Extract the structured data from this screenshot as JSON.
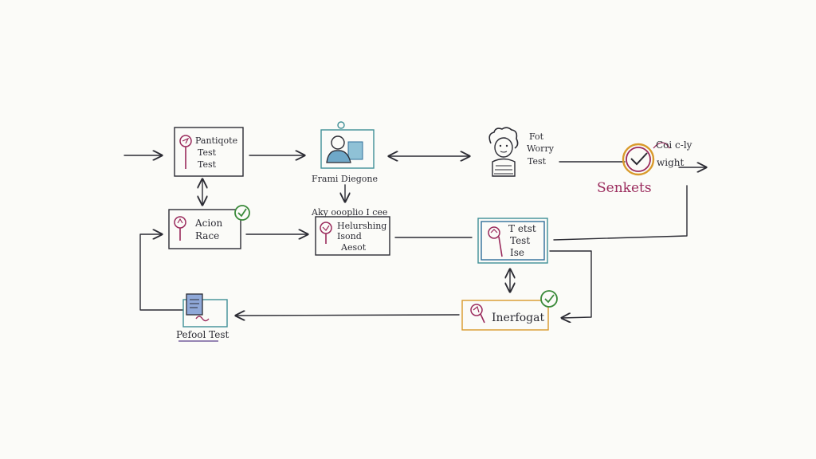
{
  "colors": {
    "ink": "#2b2b33",
    "magenta": "#9a2a5c",
    "teal": "#3f8f96",
    "blue": "#2f6f9a",
    "gold": "#d99a2b",
    "green": "#3a8a3a",
    "purple": "#5a3f8a",
    "paper": "#fbfbf8"
  },
  "nodes": {
    "n1": {
      "lines": [
        "Pantiqote",
        "Test",
        "Test"
      ]
    },
    "n2": {
      "caption": "Frami Diegone"
    },
    "n3": {
      "lines": [
        "Fot",
        "Worry",
        "Test"
      ]
    },
    "n4": {
      "lines": [
        "Coi c-ly",
        "wight"
      ],
      "caption": "Senkets"
    },
    "n5": {
      "lines": [
        "Acion",
        "Race"
      ]
    },
    "n6": {
      "header": "Aky oooplio I cee",
      "lines": [
        "Helurshing",
        "Isond",
        "Aesot"
      ]
    },
    "n7": {
      "lines": [
        "T etst",
        "Test",
        "Ise"
      ]
    },
    "n8": {
      "caption": "Pefool Test"
    },
    "n9": {
      "lines": [
        "Inerfogat"
      ]
    }
  },
  "icons": {
    "n1": "pin-icon",
    "n2": "person-icon",
    "n3": "face-icon",
    "n4": "clock-check-icon",
    "n5": "pin-icon",
    "n6": "pin-icon",
    "n7": "pin-icon",
    "n8": "document-icon",
    "n9": "pin-icon",
    "check": "check-circle-icon"
  }
}
